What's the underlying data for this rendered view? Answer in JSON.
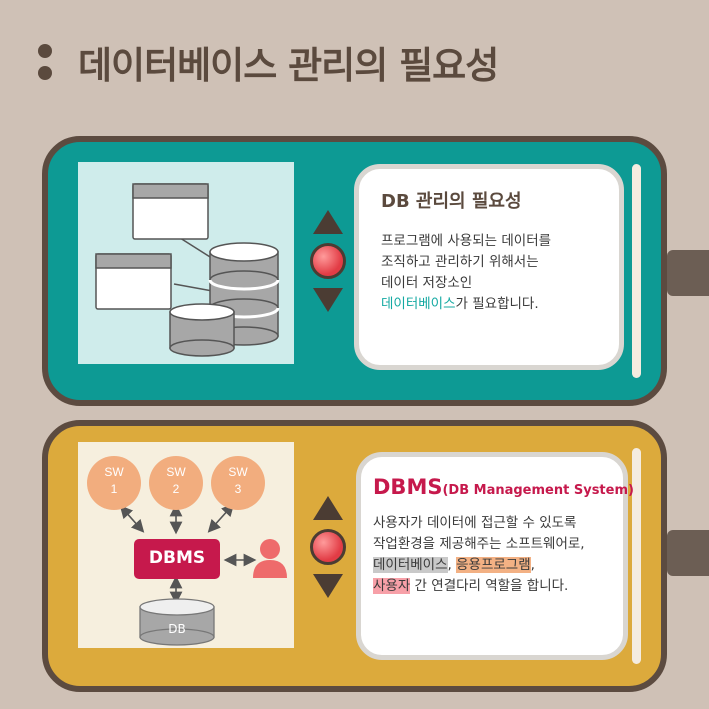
{
  "page": {
    "title": "데이터베이스 관리의 필요성"
  },
  "panel1": {
    "card_title": "DB 관리의 필요성",
    "line1": "프로그램에 사용되는 데이터를",
    "line2": "조직하고 관리하기 위해서는",
    "line3": "데이터 저장소인",
    "highlight": "데이터베이스",
    "line4_rest": "가 필요합니다."
  },
  "panel2": {
    "card_title_main": "DBMS",
    "card_title_sub": "(DB Management System)",
    "line1": "사용자가 데이터에 접근할 수 있도록",
    "line2": "작업환경을 제공해주는 소프트웨어로,",
    "mark1": "데이터베이스",
    "sep1": ", ",
    "mark2": "응용프로그램",
    "sep2": ",",
    "mark3": "사용자",
    "line4_rest": " 간 연결다리 역할을 합니다.",
    "diagram": {
      "sw": [
        {
          "top": "SW",
          "num": "1"
        },
        {
          "top": "SW",
          "num": "2"
        },
        {
          "top": "SW",
          "num": "3"
        }
      ],
      "dbms_label": "DBMS",
      "db_label": "DB"
    }
  },
  "colors": {
    "teal": "#0d9a94",
    "gold": "#dcaa3c",
    "frame": "#5c4b40",
    "dbms_red": "#c6194c",
    "sw_orange": "#f2ad7e",
    "user_red": "#ee6b6b"
  },
  "icons": [
    "table-icon",
    "database-icon",
    "up-arrow-icon",
    "down-arrow-icon",
    "user-icon"
  ]
}
